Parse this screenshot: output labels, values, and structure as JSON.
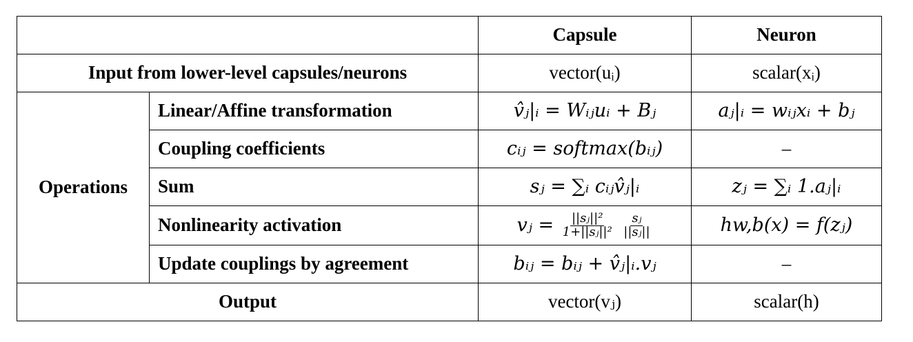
{
  "header": {
    "blank": "",
    "col_capsule": "Capsule",
    "col_neuron": "Neuron"
  },
  "rows": {
    "input": {
      "label": "Input from lower-level capsules/neurons",
      "capsule": "vector(uᵢ)",
      "neuron": "scalar(xᵢ)"
    },
    "operations_label": "Operations",
    "ops": [
      {
        "label": "Linear/Affine transformation",
        "capsule": "v̂ⱼ|ᵢ = Wᵢⱼuᵢ + Bⱼ",
        "neuron": "aⱼ|ᵢ = wᵢⱼxᵢ + bⱼ"
      },
      {
        "label": "Coupling coefficients",
        "capsule": "cᵢⱼ = softmax(bᵢⱼ)",
        "neuron": "–"
      },
      {
        "label": "Sum",
        "capsule": "sⱼ = ∑ᵢ cᵢⱼv̂ⱼ|ᵢ",
        "neuron": "zⱼ = ∑ᵢ 1.aⱼ|ᵢ"
      },
      {
        "label": "Nonlinearity activation",
        "capsule_lhs": "vⱼ =",
        "capsule_frac1_num": "||sⱼ||²",
        "capsule_frac1_den": "1+||sⱼ||²",
        "capsule_frac2_num": "sⱼ",
        "capsule_frac2_den": "||sⱼ||",
        "neuron": "hw,b(x) = f(zⱼ)"
      },
      {
        "label": "Update couplings by agreement",
        "capsule": "bᵢⱼ = bᵢⱼ + v̂ⱼ|ᵢ.vⱼ",
        "neuron": "–"
      }
    ],
    "output": {
      "label": "Output",
      "capsule": "vector(vⱼ)",
      "neuron": "scalar(h)"
    }
  }
}
